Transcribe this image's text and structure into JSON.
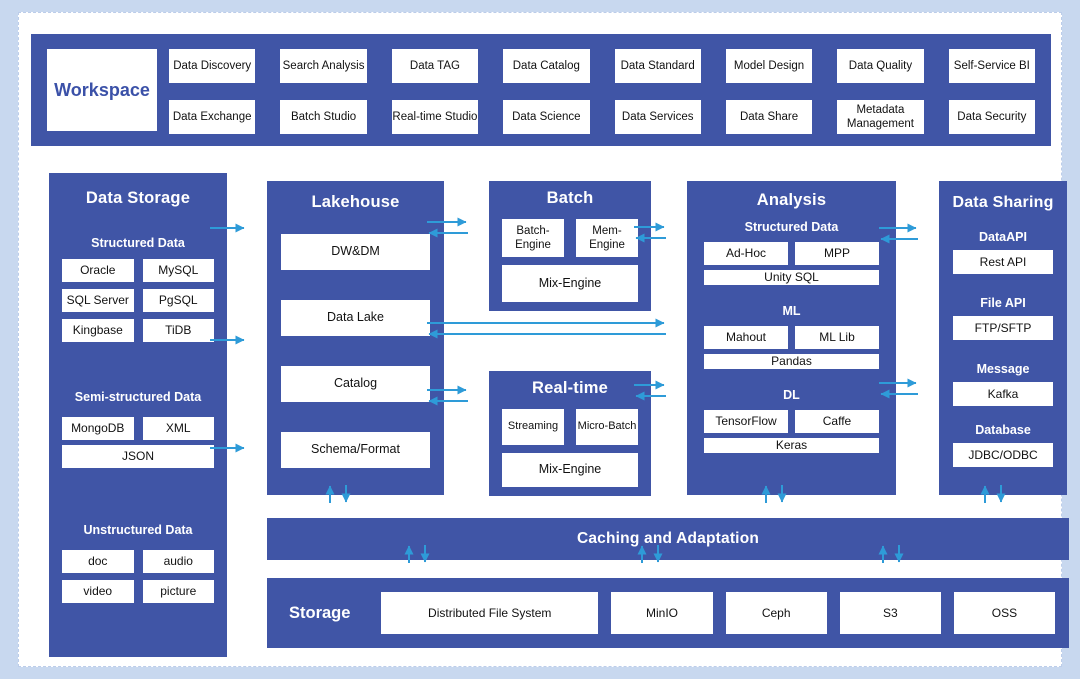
{
  "colors": {
    "bg": "#c8d8ef",
    "panel": "#ffffff",
    "blue": "#4055a6",
    "arrow": "#2e9bd8",
    "wsblue": "#3b51a8"
  },
  "workspace": {
    "title": "Workspace",
    "modules": [
      "Data Discovery",
      "Search Analysis",
      "Data TAG",
      "Data Catalog",
      "Data Standard",
      "Model Design",
      "Data Quality",
      "Self-Service BI",
      "Data Exchange",
      "Batch Studio",
      "Real-time Studio",
      "Data Science",
      "Data Services",
      "Data Share",
      "Metadata Management",
      "Data Security"
    ]
  },
  "data_storage": {
    "title": "Data Storage",
    "structured": {
      "label": "Structured Data",
      "items": [
        "Oracle",
        "MySQL",
        "SQL Server",
        "PgSQL",
        "Kingbase",
        "TiDB"
      ]
    },
    "semi": {
      "label": "Semi-structured Data",
      "items": [
        "MongoDB",
        "XML"
      ],
      "wide": "JSON"
    },
    "unstructured": {
      "label": "Unstructured Data",
      "items": [
        "doc",
        "audio",
        "video",
        "picture"
      ]
    }
  },
  "lakehouse": {
    "title": "Lakehouse",
    "items": [
      "DW&DM",
      "Data Lake",
      "Catalog",
      "Schema/Format"
    ]
  },
  "batch": {
    "title": "Batch",
    "engines": [
      "Batch-Engine",
      "Mem-Engine"
    ],
    "wide": "Mix-Engine"
  },
  "realtime": {
    "title": "Real-time",
    "engines": [
      "Streaming",
      "Micro-Batch"
    ],
    "wide": "Mix-Engine"
  },
  "analysis": {
    "title": "Analysis",
    "groups": [
      {
        "label": "Structured Data",
        "items": [
          "Ad-Hoc",
          "MPP"
        ],
        "wide": "Unity SQL"
      },
      {
        "label": "ML",
        "items": [
          "Mahout",
          "ML Lib"
        ],
        "wide": "Pandas"
      },
      {
        "label": "DL",
        "items": [
          "TensorFlow",
          "Caffe"
        ],
        "wide": "Keras"
      }
    ]
  },
  "sharing": {
    "title": "Data Sharing",
    "groups": [
      {
        "label": "DataAPI",
        "item": "Rest API"
      },
      {
        "label": "File API",
        "item": "FTP/SFTP"
      },
      {
        "label": "Message",
        "item": "Kafka"
      },
      {
        "label": "Database",
        "item": "JDBC/ODBC"
      }
    ]
  },
  "caching": {
    "title": "Caching and Adaptation"
  },
  "storage": {
    "title": "Storage",
    "items": [
      "Distributed File System",
      "MinIO",
      "Ceph",
      "S3",
      "OSS"
    ]
  }
}
